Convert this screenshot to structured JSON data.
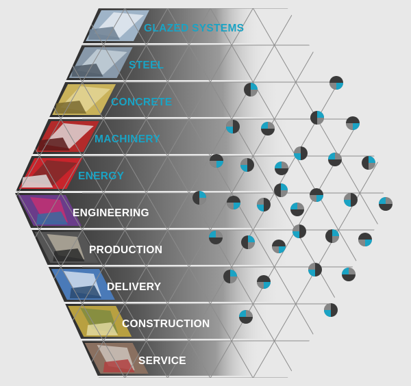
{
  "colors": {
    "background": "#e8e8e8",
    "accent": "#1aa3c4",
    "label_light": "#ffffff",
    "grid": "#8c8c8c",
    "band_dark": "#3b3b3b"
  },
  "rows": [
    {
      "label": "GLAZED SYSTEMS",
      "color": "accent",
      "thumb": "glazed-systems-photo"
    },
    {
      "label": "STEEL",
      "color": "accent",
      "thumb": "steel-photo"
    },
    {
      "label": "CONCRETE",
      "color": "accent",
      "thumb": "concrete-photo"
    },
    {
      "label": "MACHINERY",
      "color": "accent",
      "thumb": "machinery-photo"
    },
    {
      "label": "ENERGY",
      "color": "accent",
      "thumb": "energy-photo"
    },
    {
      "label": "ENGINEERING",
      "color": "label_light",
      "thumb": "engineering-photo"
    },
    {
      "label": "PRODUCTION",
      "color": "label_light",
      "thumb": "production-photo"
    },
    {
      "label": "DELIVERY",
      "color": "label_light",
      "thumb": "delivery-photo"
    },
    {
      "label": "CONSTRUCTION",
      "color": "label_light",
      "thumb": "construction-photo"
    },
    {
      "label": "SERVICE",
      "color": "label_light",
      "thumb": "service-photo"
    }
  ]
}
